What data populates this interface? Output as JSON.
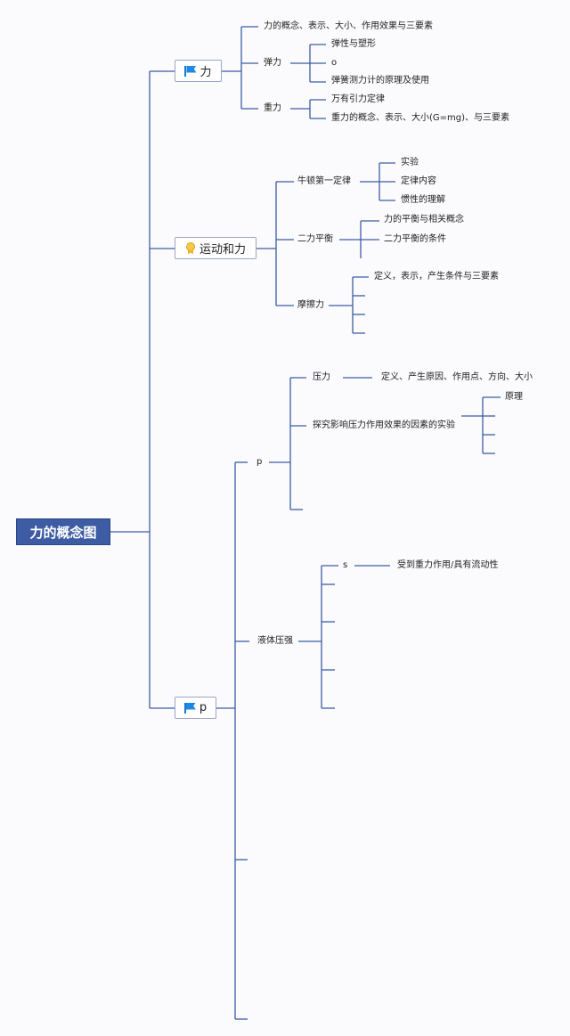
{
  "root": "力的概念图",
  "branches": {
    "force": {
      "label": "力",
      "children": {
        "concept": "力的概念、表示、大小、作用效果与三要素",
        "elastic": "弹力",
        "elastic_items": [
          "弹性与塑形",
          "o",
          "弹簧测力计的原理及使用"
        ],
        "gravity": "重力",
        "gravity_items": [
          "万有引力定律",
          "重力的概念、表示、大小(G=mg)、与三要素"
        ]
      }
    },
    "motion": {
      "label": "运动和力",
      "children": {
        "newton": "牛顿第一定律",
        "newton_items": [
          "实验",
          "定律内容",
          "惯性的理解"
        ],
        "balance": "二力平衡",
        "balance_items": [
          "力的平衡与相关概念",
          "二力平衡的条件"
        ],
        "friction": "摩擦力",
        "friction_items": [
          "定义，表示，产生条件与三要素"
        ]
      }
    },
    "pressure": {
      "label": "p",
      "children": {
        "p": "p",
        "pressure_force": "压力",
        "pressure_force_item": "定义、产生原因、作用点、方向、大小",
        "experiment": "探究影响压力作用效果的因素的实验",
        "experiment_item": "原理",
        "liquid": "液体压强",
        "s": "s",
        "s_item": "受到重力作用/具有流动性"
      }
    }
  }
}
